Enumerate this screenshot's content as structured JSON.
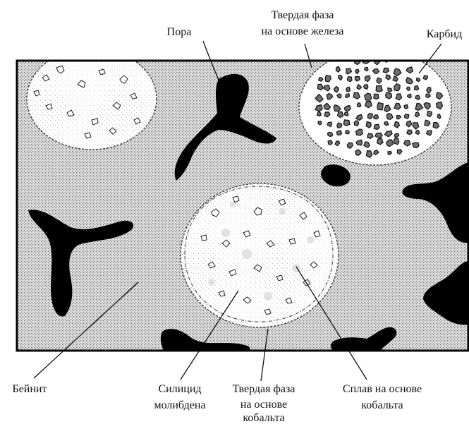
{
  "labels": {
    "pore": "Пора",
    "iron_phase": [
      "Твердая фаза",
      "на основе железа"
    ],
    "carbide": "Карбид",
    "bainite": "Бейнит",
    "molybdenum_silicide": [
      "Силицид",
      "молибдена"
    ],
    "cobalt_phase": [
      "Твердая фаза",
      "на основе",
      "кобальта"
    ],
    "cobalt_alloy": [
      "Сплав на основе",
      "кобальта"
    ]
  },
  "colors": {
    "matrix_dots": "#7a7a7a",
    "matrix_bg": "#e6e6e6",
    "pores": "#000000",
    "phase_bg": "#ffffff",
    "carbide_fill": "#6e6e6e"
  }
}
